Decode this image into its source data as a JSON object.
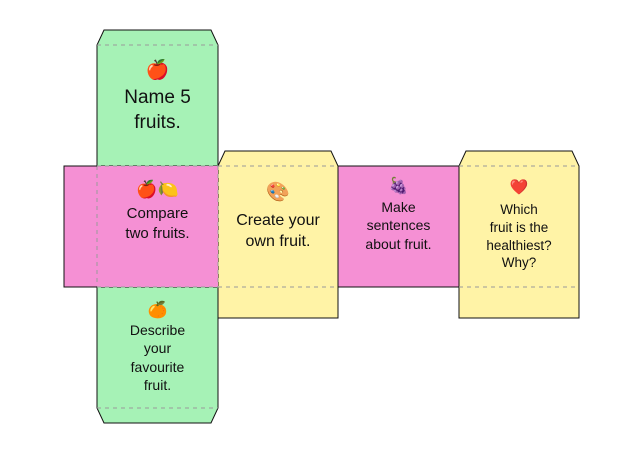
{
  "colors": {
    "green": "#a6f2b6",
    "yellow": "#fff3a6",
    "pink": "#f590d4",
    "outline": "#111111",
    "fold": "#9a9a9a"
  },
  "faces": {
    "top": {
      "icon": "apple-icon",
      "emoji": "🍎",
      "line1": "Name 5",
      "line2": "fruits."
    },
    "center": {
      "icon": "apple-lemon-icon",
      "emoji": "🍎🍋",
      "line1": "Compare",
      "line2": "two fruits."
    },
    "create": {
      "icon": "palette-icon",
      "emoji": "🎨",
      "line1": "Create your",
      "line2": "own fruit."
    },
    "make": {
      "icon": "grapes-icon",
      "emoji": "🍇",
      "line1": "Make",
      "line2": "sentences",
      "line3": "about fruit."
    },
    "which": {
      "icon": "heart-icon",
      "emoji": "❤️",
      "line1": "Which",
      "line2": "fruit is the",
      "line3": "healthiest?",
      "line4": "Why?"
    },
    "bottom": {
      "icon": "orange-icon",
      "emoji": "🍊",
      "line1": "Describe",
      "line2": "your",
      "line3": "favourite",
      "line4": "fruit."
    }
  }
}
